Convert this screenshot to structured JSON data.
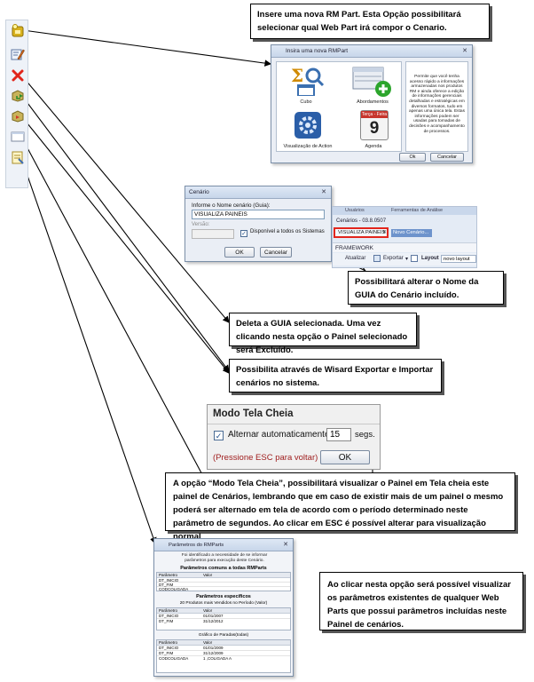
{
  "callouts": {
    "insert": "Insere uma nova RM Part. Esta Opção possibilitará selecionar qual Web Part irá compor o Cenario.",
    "rename": "Possibilitará alterar o Nome da GUIA do Cenário incluído.",
    "delete": "Deleta a GUIA selecionada. Uma vez clicando nesta opção o Painel selecionado será Excluído.",
    "wizard": "Possibilita através de Wisard Exportar e Importar cenários no sistema.",
    "fullscreen": "A opção “Modo Tela Cheia”, possibilitará visualizar o Painel em Tela cheia este painel de Cenários, lembrando que em caso de existir mais de um painel o mesmo poderá ser alternado em tela de acordo com o período determinado neste parâmetro de segundos. Ao clicar em ESC é possível alterar para visualização normal",
    "params": "Ao clicar nesta opção será possível visualizar os parâmetros existentes de qualquer Web Parts que possui parâmetros incluídas neste Painel de cenários."
  },
  "toolbar": {
    "icons": [
      "insert-part-icon",
      "edit-name-icon",
      "delete-icon",
      "export-icon",
      "import-icon",
      "fullscreen-icon",
      "parameters-icon"
    ]
  },
  "insert_dialog": {
    "title": "Insira uma nova RMPart",
    "items": [
      "Cubo",
      "Abordamentos",
      "Visualização de Action",
      "Agenda"
    ],
    "agenda_header": "Terça - Feira",
    "agenda_day": "9",
    "description": "Permite que você tenha acesso rápido a informações armazenadas nos produtos RM e ainda oferece a edição de informações gerenciais detalhadas e estratégicas em diversos formatos, tudo em apenas uma única tela. Estas informações podem ser usadas para tomadas de decisões e acompanhamento de processos.",
    "ok": "Ok",
    "cancel": "Cancelar"
  },
  "cenario_dialog": {
    "title": "Cenário",
    "name_label": "Informe o Nome cenário (Guia):",
    "name_value": "VISUALIZA PAINEIS",
    "version_label": "Versão:",
    "checkbox_label": "Disponível a todos os Sistemas",
    "ok": "OK",
    "cancel": "Cancelar"
  },
  "tabs_strip": {
    "top_tabs": [
      "Usuários",
      "Ferramentas de Análise"
    ],
    "breadcrumb": "Cenários - 03.8.0507",
    "active_tab": "VISUALIZA PAINEIS",
    "new_tab": "Novo Cenário...",
    "section": "FRAMEWORK",
    "actions": [
      "Atualizar",
      "Exportar",
      "Layout"
    ],
    "layout_value": "novo layout"
  },
  "tela_cheia": {
    "title": "Modo Tela Cheia",
    "checkbox_label": "Alternar automaticamente",
    "seconds": "15",
    "unit": "segs.",
    "esc_hint": "(Pressione ESC para voltar)",
    "ok": "OK"
  },
  "params_dialog": {
    "title": "Parâmetros do RMParts",
    "info": "Foi identificado a necessidade de se informar parâmetros para execução deste Cenário.",
    "common_header": "Parâmetros comuns a todas RMParts",
    "col_param": "Parâmetro",
    "col_value": "Valor",
    "common_rows": [
      "DT_INICIO",
      "DT_FIM",
      "CODCOLIGADA"
    ],
    "specific_header": "Parâmetros específicos",
    "group1": "20 Produtos mais Vendidos no Período (Valor)",
    "group1_rows": [
      [
        "DT_INICIO",
        "01/01/2007"
      ],
      [
        "DT_FIM",
        "31/12/2012"
      ]
    ],
    "group2": "Gráfico de Paradas(todas)",
    "group2_rows": [
      [
        "DT_INICIO",
        "01/01/2009"
      ],
      [
        "DT_FIM",
        "31/12/2009"
      ],
      [
        "CODCOLIGADA",
        "1 ,COLIGADA A"
      ]
    ]
  }
}
